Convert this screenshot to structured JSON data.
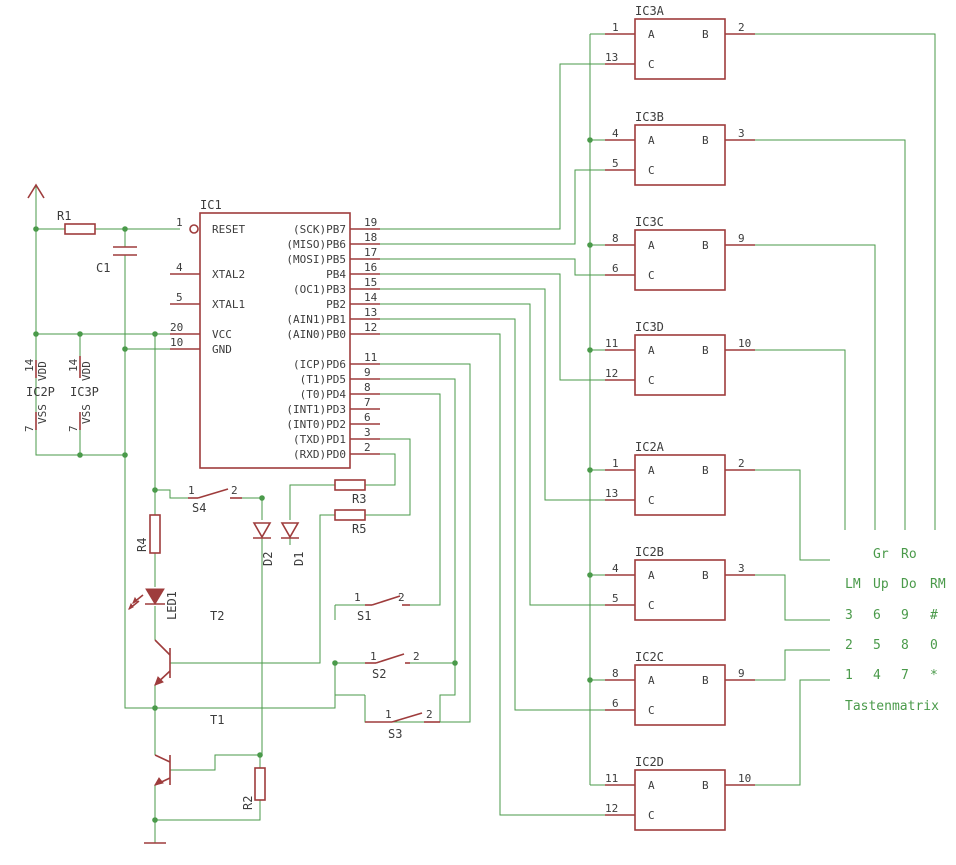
{
  "ic1": {
    "name": "IC1",
    "pins_left": [
      {
        "num": "1",
        "label": "RESET"
      },
      {
        "num": "4",
        "label": "XTAL2"
      },
      {
        "num": "5",
        "label": "XTAL1"
      },
      {
        "num": "20",
        "label": "VCC"
      },
      {
        "num": "10",
        "label": "GND"
      }
    ],
    "pins_right": [
      {
        "num": "19",
        "label": "(SCK)PB7"
      },
      {
        "num": "18",
        "label": "(MISO)PB6"
      },
      {
        "num": "17",
        "label": "(MOSI)PB5"
      },
      {
        "num": "16",
        "label": "PB4"
      },
      {
        "num": "15",
        "label": "(OC1)PB3"
      },
      {
        "num": "14",
        "label": "PB2"
      },
      {
        "num": "13",
        "label": "(AIN1)PB1"
      },
      {
        "num": "12",
        "label": "(AIN0)PB0"
      },
      {
        "num": "11",
        "label": "(ICP)PD6"
      },
      {
        "num": "9",
        "label": "(T1)PD5"
      },
      {
        "num": "8",
        "label": "(T0)PD4"
      },
      {
        "num": "7",
        "label": "(INT1)PD3"
      },
      {
        "num": "6",
        "label": "(INT0)PD2"
      },
      {
        "num": "3",
        "label": "(TXD)PD1"
      },
      {
        "num": "2",
        "label": "(RXD)PD0"
      }
    ]
  },
  "gates": [
    {
      "name": "IC3A",
      "a": "1",
      "c": "13",
      "b": "2"
    },
    {
      "name": "IC3B",
      "a": "4",
      "c": "5",
      "b": "3"
    },
    {
      "name": "IC3C",
      "a": "8",
      "c": "6",
      "b": "9"
    },
    {
      "name": "IC3D",
      "a": "11",
      "c": "12",
      "b": "10"
    },
    {
      "name": "IC2A",
      "a": "1",
      "c": "13",
      "b": "2"
    },
    {
      "name": "IC2B",
      "a": "4",
      "c": "5",
      "b": "3"
    },
    {
      "name": "IC2C",
      "a": "8",
      "c": "6",
      "b": "9"
    },
    {
      "name": "IC2D",
      "a": "11",
      "c": "12",
      "b": "10"
    }
  ],
  "gate_pins": {
    "a": "A",
    "b": "B",
    "c": "C"
  },
  "power": {
    "ic2p": {
      "name": "IC2P",
      "vdd_num": "14",
      "vdd": "VDD",
      "vss_num": "7",
      "vss": "VSS"
    },
    "ic3p": {
      "name": "IC3P",
      "vdd_num": "14",
      "vdd": "VDD",
      "vss_num": "7",
      "vss": "VSS"
    }
  },
  "parts": {
    "r1": "R1",
    "c1": "C1",
    "r2": "R2",
    "r3": "R3",
    "r4": "R4",
    "r5": "R5",
    "d1": "D1",
    "d2": "D2",
    "led1": "LED1",
    "t1": "T1",
    "t2": "T2",
    "s1": "S1",
    "s2": "S2",
    "s3": "S3",
    "s4": "S4",
    "pin1": "1",
    "pin2": "2"
  },
  "keypad": {
    "row0": [
      "Gr",
      "Ro"
    ],
    "row1": [
      "LM",
      "Up",
      "Do",
      "RM"
    ],
    "row2": [
      "3",
      "6",
      "9",
      "#"
    ],
    "row3": [
      "2",
      "5",
      "8",
      "0"
    ],
    "row4": [
      "1",
      "4",
      "7",
      "*"
    ],
    "title": "Tastenmatrix"
  }
}
